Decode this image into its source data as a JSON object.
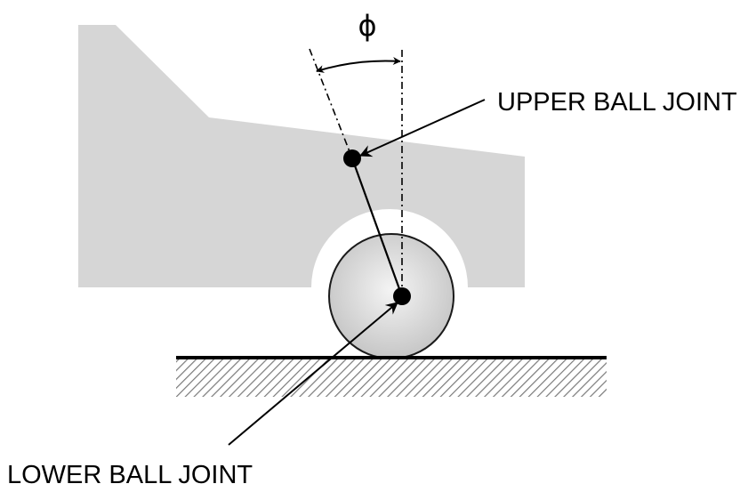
{
  "labels": {
    "angle_symbol": "ϕ",
    "upper_ball_joint": "UPPER BALL JOINT",
    "lower_ball_joint": "LOWER BALL JOINT"
  },
  "colors": {
    "body_fill": "#d6d6d6",
    "ink": "#000000",
    "wheel_edge": "#1a1a1a",
    "wheel_light": "#f2f2f2",
    "wheel_dark": "#c4c4c4",
    "ground_hatch": "#7a7a7a"
  }
}
